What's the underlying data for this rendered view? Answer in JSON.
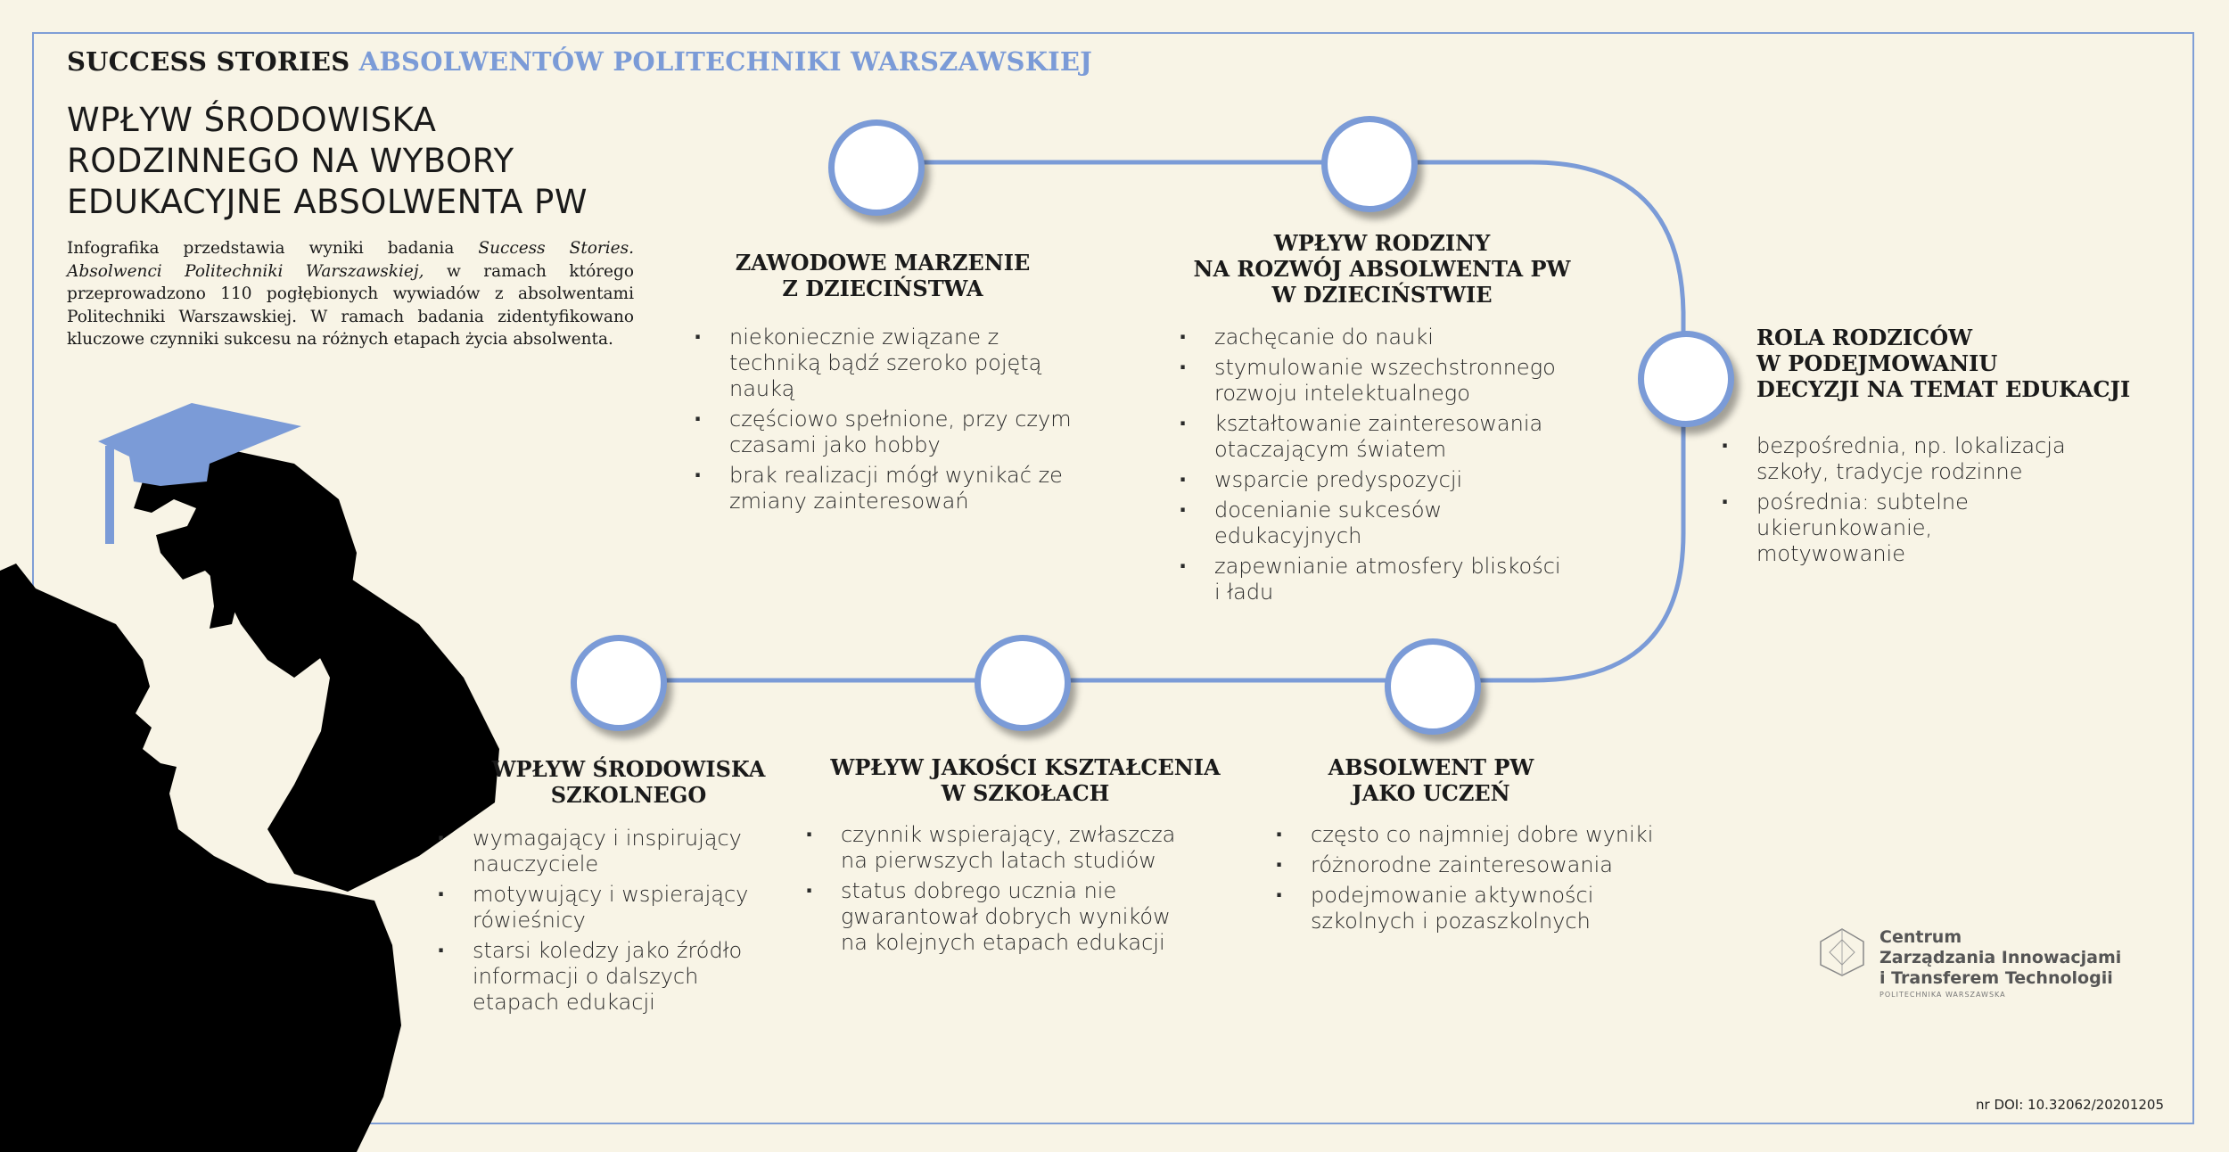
{
  "header": {
    "part1": "SUCCESS STORIES",
    "part2": "ABSOLWENTÓW POLITECHNIKI WARSZAWSKIEJ"
  },
  "title": {
    "line1": "WPŁYW ŚRODOWISKA",
    "line2": "RODZINNEGO NA WYBORY",
    "line3": "EDUKACYJNE ABSOLWENTA PW"
  },
  "intro": {
    "text1": "Infografika przedstawia wyniki badania ",
    "italic": "Success Stories. Absolwenci Politechniki Warszawskiej,",
    "text2": " w ramach którego przeprowadzono 110 pogłębionych wywiadów z absolwentami Politechniki Warszawskiej.  W ramach badania zidentyfikowano kluczowe czynniki sukcesu na  różnych etapach życia absolwenta."
  },
  "stages": {
    "s1": {
      "title": [
        "ZAWODOWE MARZENIE",
        "Z DZIECIŃSTWA"
      ],
      "bullets": [
        "niekoniecznie związane z techniką bądź szeroko pojętą nauką",
        "częściowo spełnione, przy czym czasami jako hobby",
        "brak realizacji mógł wynikać ze zmiany zainteresowań"
      ]
    },
    "s2": {
      "title": [
        "WPŁYW RODZINY",
        "NA ROZWÓJ ABSOLWENTA PW",
        "W DZIECIŃSTWIE"
      ],
      "bullets": [
        "zachęcanie do nauki",
        "stymulowanie wszechstronnego rozwoju intelektualnego",
        "kształtowanie zainteresowania otaczającym światem",
        "wsparcie predyspozycji",
        "docenianie sukcesów edukacyjnych",
        "zapewnianie atmosfery bliskości i ładu"
      ]
    },
    "s3": {
      "title": [
        "ROLA RODZICÓW",
        "W PODEJMOWANIU",
        "DECYZJI NA TEMAT EDUKACJI"
      ],
      "bullets": [
        "bezpośrednia, np. lokalizacja szkoły, tradycje rodzinne",
        "pośrednia: subtelne ukierunkowanie, motywowanie"
      ]
    },
    "s4": {
      "title": [
        "ABSOLWENT PW",
        "JAKO UCZEŃ"
      ],
      "bullets": [
        "często co najmniej dobre wyniki",
        "różnorodne zainteresowania",
        "podejmowanie aktywności szkolnych i pozaszkolnych"
      ]
    },
    "s5": {
      "title": [
        "WPŁYW JAKOŚCI KSZTAŁCENIA",
        "W SZKOŁACH"
      ],
      "bullets": [
        "czynnik wspierający, zwłaszcza na pierwszych latach studiów",
        "status dobrego ucznia nie gwarantował dobrych wyników na kolejnych etapach edukacji"
      ]
    },
    "s6": {
      "title": [
        "WPŁYW ŚRODOWISKA",
        "SZKOLNEGO"
      ],
      "bullets": [
        "wymagający i inspirujący nauczyciele",
        "motywujący i wspierający rówieśnicy",
        "starsi koledzy jako źródło informacji o dalszych etapach edukacji"
      ]
    }
  },
  "logo": {
    "line1": "Centrum",
    "line2": "Zarządzania Innowacjami",
    "line3": "i Transferem Technologii",
    "sub": "POLITECHNIKA WARSZAWSKA"
  },
  "doi": "nr DOI: 10.32062/20201205",
  "colors": {
    "accent": "#7b9bd7",
    "background": "#f8f4e6",
    "silhouette": "#000000"
  }
}
